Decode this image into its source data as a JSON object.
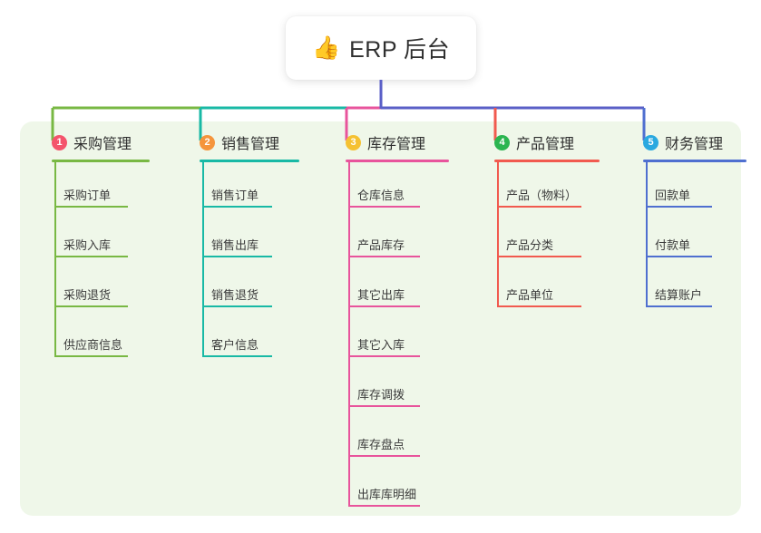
{
  "root": {
    "icon": "thumbs-up-icon",
    "icon_glyph": "👍",
    "title": "ERP 后台"
  },
  "theme": {
    "page_background": "#ffffff",
    "panel_background": "#eff7e9",
    "card_background": "#ffffff",
    "text_color": "#3a3a3a",
    "root_stem_color": "#5a5fc7"
  },
  "columns": [
    {
      "number": "1",
      "title": "采购管理",
      "badge_color": "#f4546c",
      "line_color": "#78b843",
      "items": [
        {
          "label": "采购订单"
        },
        {
          "label": "采购入库"
        },
        {
          "label": "采购退货"
        },
        {
          "label": "供应商信息"
        }
      ]
    },
    {
      "number": "2",
      "title": "销售管理",
      "badge_color": "#f5953c",
      "line_color": "#18b9a5",
      "items": [
        {
          "label": "销售订单"
        },
        {
          "label": "销售出库"
        },
        {
          "label": "销售退货"
        },
        {
          "label": "客户信息"
        }
      ]
    },
    {
      "number": "3",
      "title": "库存管理",
      "badge_color": "#f5c132",
      "line_color": "#e8549c",
      "items": [
        {
          "label": "仓库信息"
        },
        {
          "label": "产品库存"
        },
        {
          "label": "其它出库"
        },
        {
          "label": "其它入库"
        },
        {
          "label": "库存调拨"
        },
        {
          "label": "库存盘点"
        },
        {
          "label": "出库库明细"
        }
      ]
    },
    {
      "number": "4",
      "title": "产品管理",
      "badge_color": "#2bb550",
      "line_color": "#f15a4f",
      "items": [
        {
          "label": "产品（物料）"
        },
        {
          "label": "产品分类"
        },
        {
          "label": "产品单位"
        }
      ]
    },
    {
      "number": "5",
      "title": "财务管理",
      "badge_color": "#2aa9e0",
      "line_color": "#4f6fd0",
      "items": [
        {
          "label": "回款单"
        },
        {
          "label": "付款单"
        },
        {
          "label": "结算账户"
        }
      ]
    }
  ]
}
